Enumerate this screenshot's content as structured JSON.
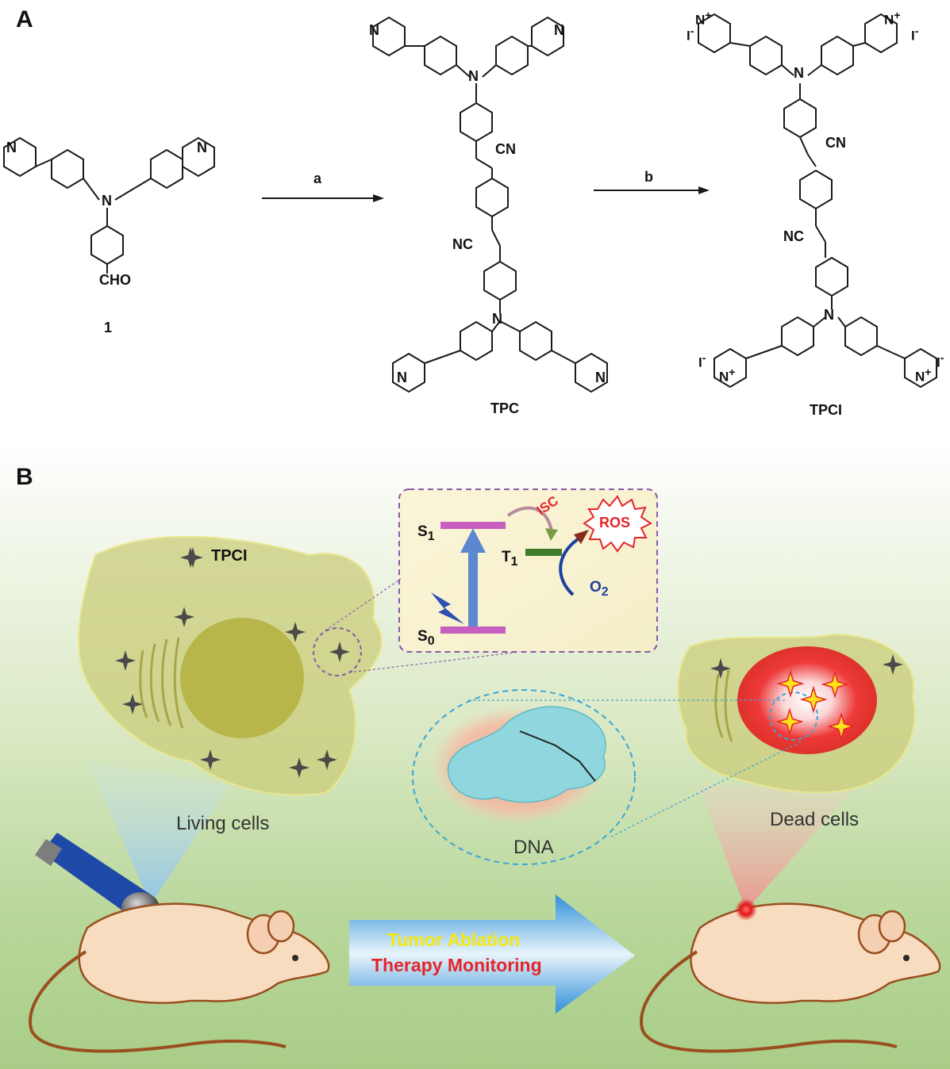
{
  "panelA": {
    "label": "A",
    "compound1": {
      "name": "1",
      "cho": "CHO",
      "n": "N"
    },
    "arrow_a": "a",
    "arrow_b": "b",
    "tpc": {
      "name": "TPC",
      "cn": "CN",
      "nc": "NC"
    },
    "tpci": {
      "name": "TPCI",
      "cn": "CN",
      "nc": "NC",
      "iodide": "I",
      "charge_minus": "-",
      "charge_plus": "+"
    }
  },
  "panelB": {
    "label": "B",
    "legend": "TPCI",
    "jablonski": {
      "s1": "S",
      "s1_sub": "1",
      "s0": "S",
      "s0_sub": "0",
      "t1": "T",
      "t1_sub": "1",
      "o2": "O",
      "o2_sub": "2",
      "isc": "ISC",
      "ros": "ROS"
    },
    "living_cells": "Living cells",
    "dead_cells": "Dead cells",
    "dna": "DNA",
    "arrow_line1": "Tumor Ablation",
    "arrow_line2": "Therapy Monitoring"
  },
  "colors": {
    "bond": "#1a1a1a",
    "cell_fill": "#c9cc7a",
    "nucleus": "#b8b64a",
    "purple_dash": "#8a5aa8",
    "blue_dash": "#3aa6d6",
    "glow_red": "#e8262a",
    "arrow_yellow": "#f5e80f",
    "arrow_red": "#e5252a",
    "mouse_fill": "#f7dcc0",
    "mouse_stroke": "#9a4e1e"
  }
}
